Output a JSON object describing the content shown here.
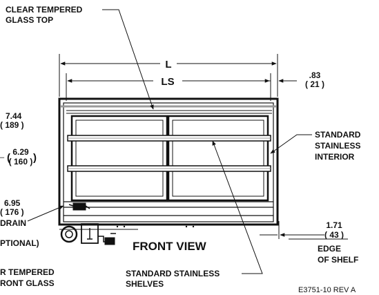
{
  "labels": {
    "clear_tempered_glass_top": [
      "CLEAR TEMPERED",
      "GLASS TOP"
    ],
    "dim_l": "L",
    "dim_ls": "LS",
    "dim_83": [
      ".83",
      "( 21 )"
    ],
    "dim_744": [
      "7.44",
      "( 189 )"
    ],
    "dim_629": [
      "6.29",
      "( 160 )"
    ],
    "dim_695": [
      "6.95",
      "( 176 )"
    ],
    "drain": [
      "DRAIN",
      "PTIONAL)"
    ],
    "standard_stainless_interior": [
      "STANDARD",
      "STAINLESS",
      "INTERIOR"
    ],
    "dim_171": [
      "1.71",
      "( 43 )"
    ],
    "edge_of_shelf": [
      "EDGE",
      "OF SHELF"
    ],
    "front_view": "FRONT VIEW",
    "clear_tempered_front_glass": [
      "R TEMPERED",
      "RONT GLASS"
    ],
    "standard_stainless_shelves": [
      "STANDARD STAINLESS",
      "SHELVES"
    ],
    "drawing_number": "E3751-10 REV A"
  },
  "colors": {
    "ink": "#111111",
    "shadow": "#9a9a9a",
    "paper": "#ffffff"
  }
}
